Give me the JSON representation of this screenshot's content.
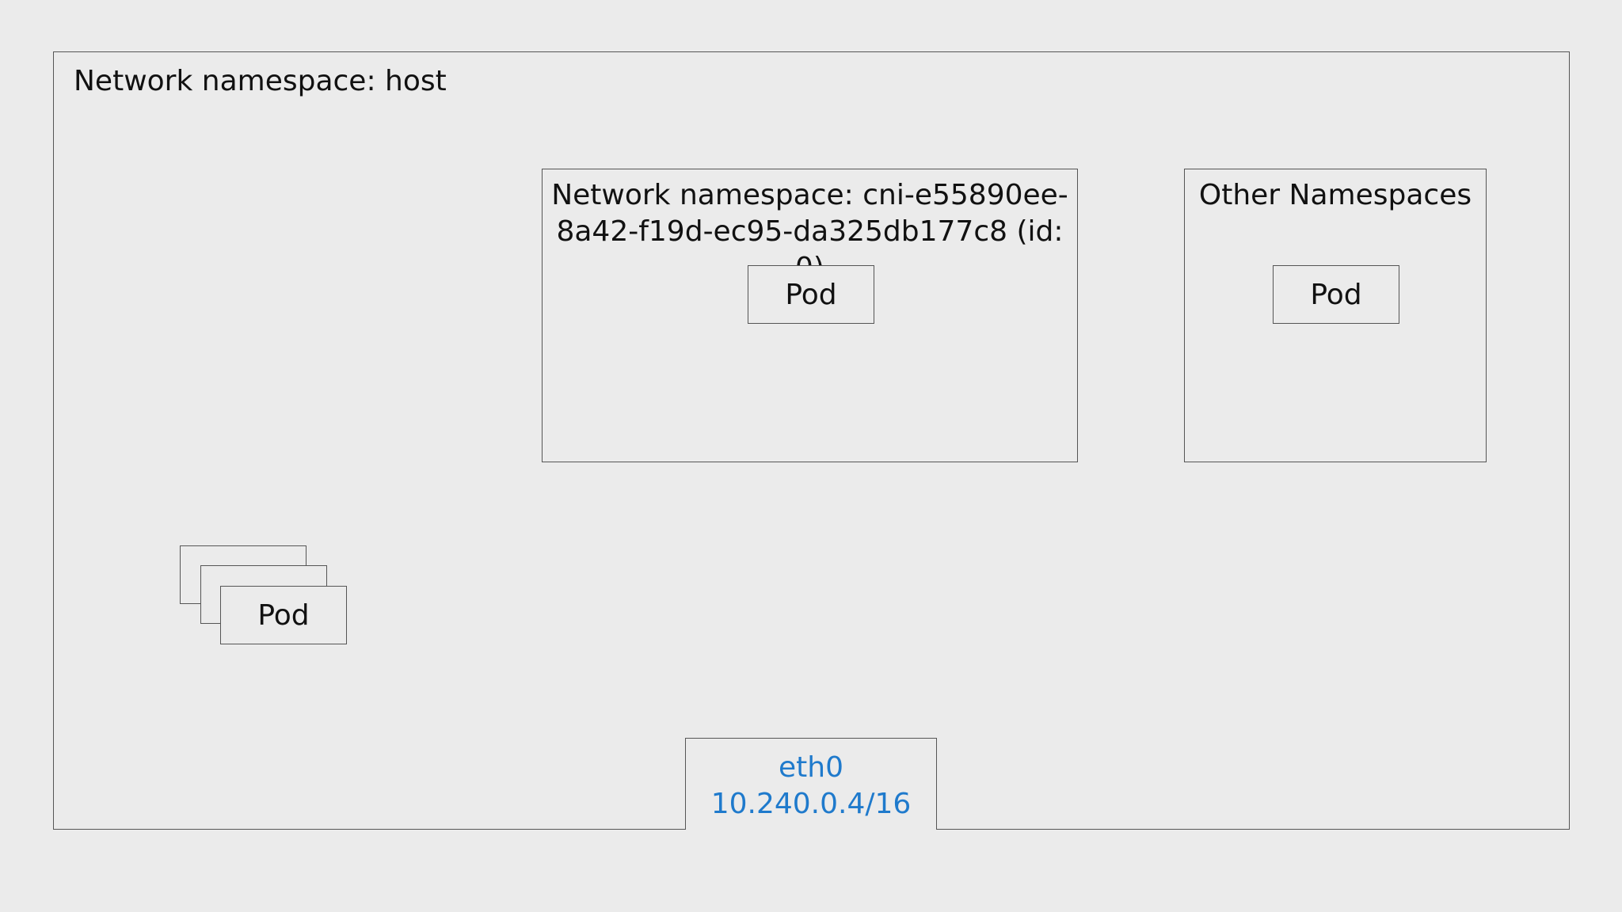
{
  "host": {
    "label": "Network namespace: host"
  },
  "cni_namespace": {
    "label": "Network namespace: cni-e55890ee-\n8a42-f19d-ec95-da325db177c8 (id: 0)",
    "pod_label": "Pod"
  },
  "other_namespaces": {
    "label": "Other Namespaces",
    "pod_label": "Pod"
  },
  "host_pods": {
    "pod_label": "Pod"
  },
  "eth0": {
    "name": "eth0",
    "address": "10.240.0.4/16"
  },
  "colors": {
    "background": "#ebebeb",
    "border": "#555555",
    "interface_text": "#1f7acc"
  }
}
